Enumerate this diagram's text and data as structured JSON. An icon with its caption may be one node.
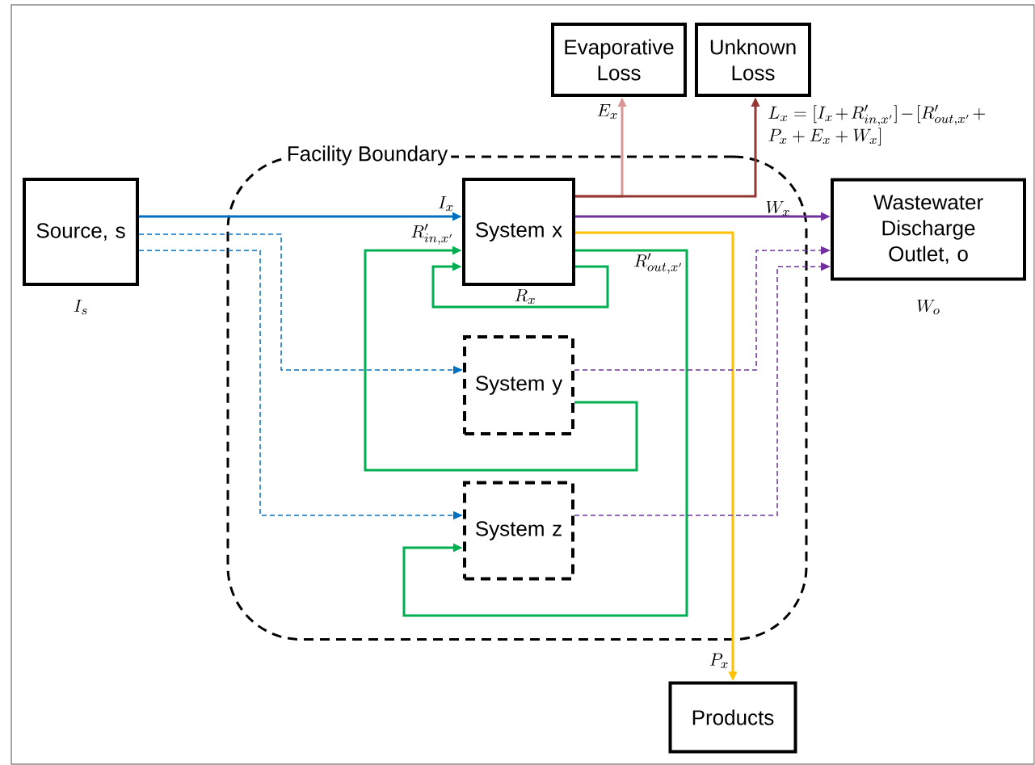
{
  "diagram": {
    "nodes": [
      {
        "text": [
          "Source, s"
        ],
        "beside": [
          "I_s"
        ]
      },
      {
        "text": [
          "Facility Boundary"
        ]
      },
      {
        "text": [
          "System x"
        ],
        "in": 1
      },
      {
        "text": [
          "System y"
        ],
        "in": 1
      },
      {
        "text": [
          "System z"
        ],
        "in": 1
      },
      {
        "text": [
          "Evaporative Loss"
        ]
      },
      {
        "text": [
          "Unknown Loss"
        ]
      },
      {
        "text": [
          "Wastewater Discharge Outlet, o"
        ],
        "beside": [
          "W_o"
        ]
      },
      {
        "text": [
          "Products"
        ]
      }
    ],
    "edges": [
      {
        "from": 0,
        "to": 2,
        "arrow": "to",
        "label": "I_x",
        "color": "#0070c0"
      },
      {
        "from": 0,
        "to": 3,
        "arrow": "to",
        "style": "dashed",
        "color": "#0070c0"
      },
      {
        "from": 0,
        "to": 4,
        "arrow": "to",
        "style": "dashed",
        "color": "#0070c0"
      },
      {
        "from": 2,
        "to": 5,
        "arrow": "to",
        "label": "E_x",
        "color": "#d99694"
      },
      {
        "from": 2,
        "to": 6,
        "arrow": "to",
        "label": "L_x = [I_x + R'_{in,x'} ] - [R'_{out,x'} + P_x + E_x + W_x]",
        "color": "#953735"
      },
      {
        "from": 2,
        "to": 7,
        "arrow": "to",
        "label": "W_x",
        "color": "#7030a0"
      },
      {
        "from": 2,
        "to": 8,
        "arrow": "to",
        "label": "P_x",
        "color": "#ffc000"
      },
      {
        "from": 2,
        "to": 2,
        "arrow": "to",
        "label": "R_x",
        "color": "#00b050"
      },
      {
        "from": 2,
        "to": 4,
        "arrow": "to",
        "label": "R'_{out,x'}",
        "color": "#00b050"
      },
      {
        "from": 3,
        "to": 2,
        "arrow": "to",
        "label": "R'_{in,x'}",
        "color": "#00b050"
      },
      {
        "from": 3,
        "to": 7,
        "arrow": "to",
        "style": "dashed",
        "color": "#7030a0"
      },
      {
        "from": 4,
        "to": 7,
        "arrow": "to",
        "style": "dashed",
        "color": "#7030a0"
      }
    ]
  }
}
